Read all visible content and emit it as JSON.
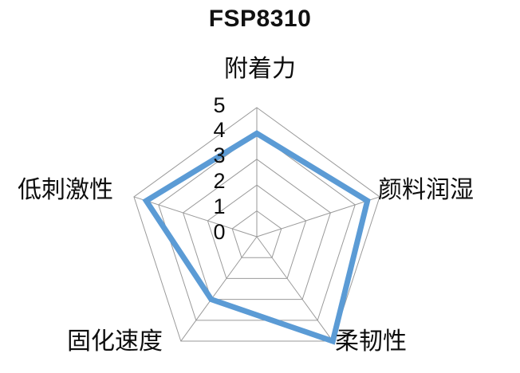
{
  "chart_data": {
    "type": "radar",
    "title": "FSP8310",
    "categories": [
      "附着力",
      "颜料润湿",
      "柔韧性",
      "固化速度",
      "低刺激性"
    ],
    "series": [
      {
        "name": "FSP8310",
        "values": [
          4,
          4.5,
          5,
          3,
          4.5
        ],
        "color": "#5B9BD5"
      }
    ],
    "tick_labels": [
      "5",
      "4",
      "3",
      "2",
      "1",
      "0"
    ],
    "rlim": [
      0,
      5
    ],
    "rtick_values": [
      5,
      4,
      3,
      2,
      1,
      0
    ],
    "grid": true,
    "gridcolor": "#9a9a9a",
    "legend": false,
    "xlabel": "",
    "ylabel": "",
    "background": "#FFFFFF"
  },
  "labels": {
    "title": "FSP8310",
    "cat_top": "附着力",
    "cat_right": "颜料润湿",
    "cat_bottom_right": "柔韧性",
    "cat_bottom_left": "固化速度",
    "cat_left": "低刺激性",
    "tick_5": "5",
    "tick_4": "4",
    "tick_3": "3",
    "tick_2": "2",
    "tick_1": "1",
    "tick_0": "0"
  }
}
